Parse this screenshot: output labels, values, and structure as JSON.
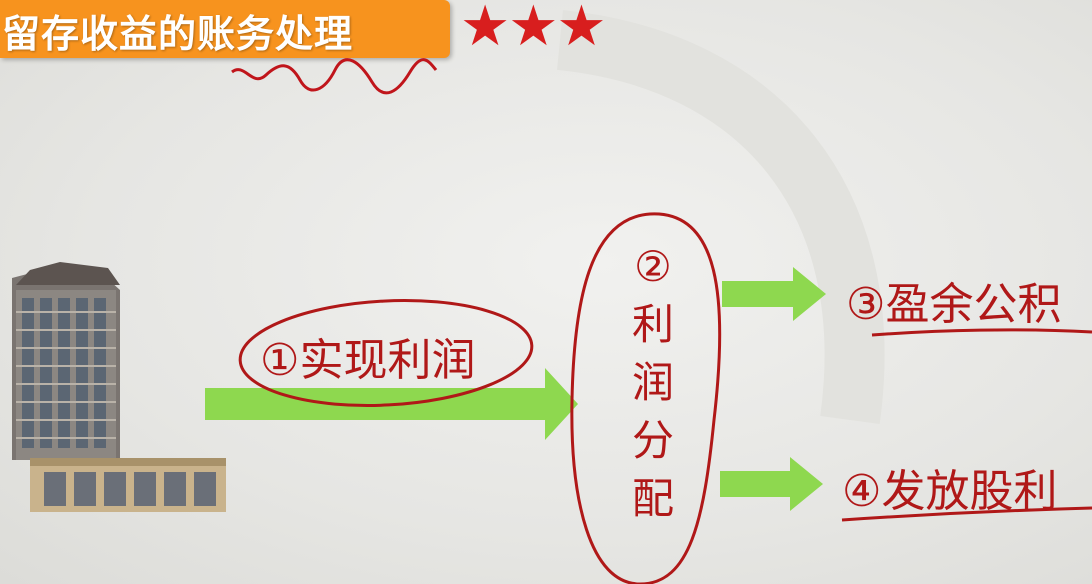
{
  "title": "留存收益的账务处理",
  "stars": "★★★",
  "steps": {
    "step1": "①实现利润",
    "step2_number": "②",
    "step2_chars": [
      "利",
      "润",
      "分",
      "配"
    ],
    "step3": "③盈余公积",
    "step4": "④发放股利"
  },
  "colors": {
    "title_bg": "#f7931e",
    "annotation": "#b01818",
    "arrow": "#8ed84f",
    "star": "#d81e1e"
  }
}
